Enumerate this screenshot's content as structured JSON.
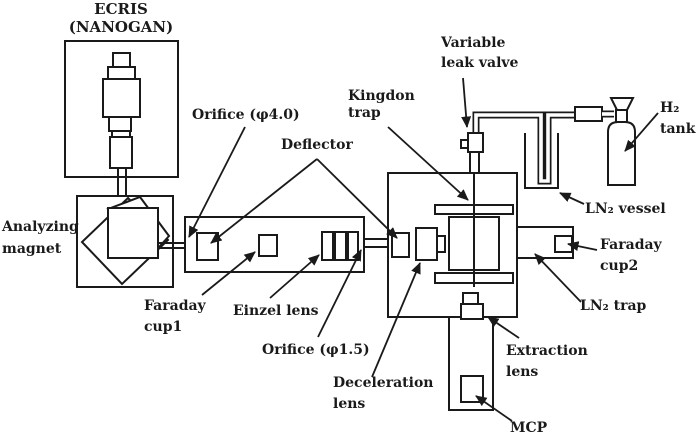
{
  "figure": {
    "background_color": "#ffffff",
    "line_color": "#1a1a1a",
    "text_color": "#1a1a1a",
    "labels": {
      "ecris_line1": "ECRIS",
      "ecris_line2": "(NANOGAN)",
      "analyzing_magnet_line1": "Analyzing",
      "analyzing_magnet_line2": "magnet",
      "orifice_large": "Orifice (φ4.0)",
      "deflector": "Deflector",
      "kingdon_line1": "Kingdon",
      "kingdon_line2": "trap",
      "leak_valve_line1": "Variable",
      "leak_valve_line2": "leak valve",
      "h2_tank_line1": "H₂",
      "h2_tank_line2": "tank",
      "ln2_vessel": "LN₂ vessel",
      "faraday_cup2_line1": "Faraday",
      "faraday_cup2_line2": "cup2",
      "ln2_trap": "LN₂ trap",
      "faraday_cup1_line1": "Faraday",
      "faraday_cup1_line2": "cup1",
      "einzel_lens": "Einzel lens",
      "orifice_small": "Orifice (φ1.5)",
      "deceleration_line1": "Deceleration",
      "deceleration_line2": "lens",
      "extraction_line1": "Extraction",
      "extraction_line2": "lens",
      "mcp": "MCP"
    }
  }
}
